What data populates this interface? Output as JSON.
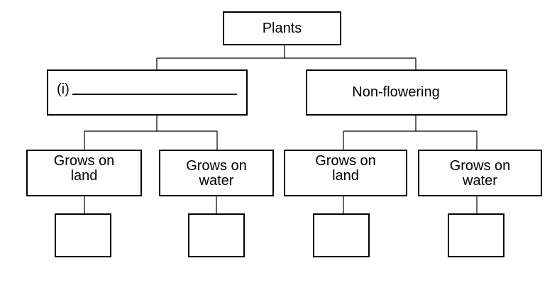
{
  "diagram": {
    "root": "Plants",
    "left_branch": {
      "prompt": "(i)"
    },
    "right_branch": {
      "label": "Non-flowering"
    },
    "leaves": {
      "left_land": "Grows on\nland",
      "left_water": "Grows on\nwater",
      "right_land": "Grows on\nland",
      "right_water": "Grows on\nwater"
    }
  }
}
